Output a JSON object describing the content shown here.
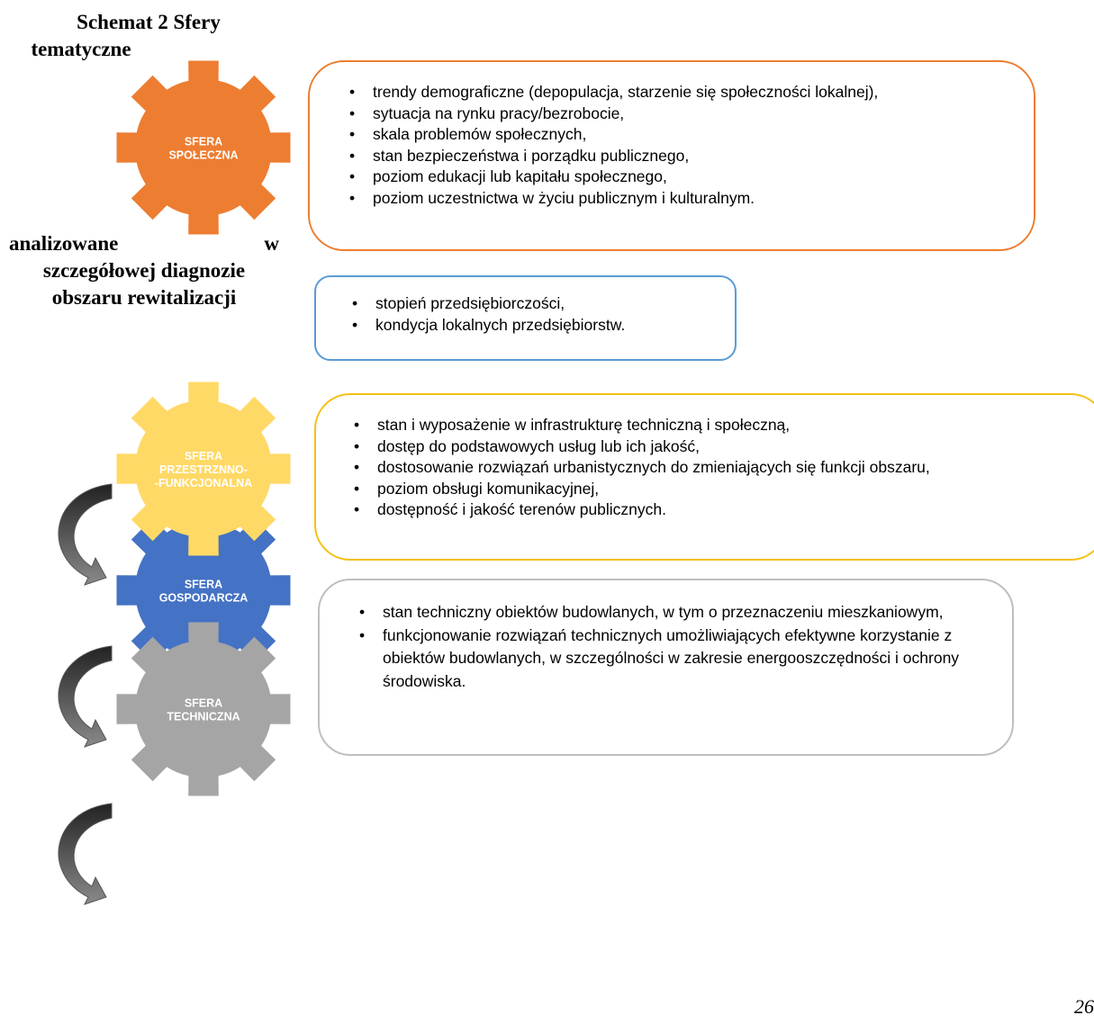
{
  "title": {
    "line1": "Schemat 2 Sfery",
    "line2": "tematyczne",
    "line3_left": "analizowane",
    "line3_right": "w",
    "line4": "szczegółowej diagnozie",
    "line5": "obszaru rewitalizacji"
  },
  "gears": {
    "spoleczna": {
      "line1": "SFERA",
      "line2": "SPOŁECZNA",
      "color": "#ed7d31"
    },
    "przestrzenna": {
      "line1": "SFERA",
      "line2": "PRZESTRZNNO-",
      "line3": "-FUNKCJONALNA",
      "color": "#ffd966"
    },
    "gospodarcza": {
      "line1": "SFERA",
      "line2": "GOSPODARCZA",
      "color": "#4472c4"
    },
    "techniczna": {
      "line1": "SFERA",
      "line2": "TECHNICZNA",
      "color": "#a5a5a5"
    }
  },
  "boxes": {
    "spoleczna": {
      "border_color": "#ed7d31",
      "items": [
        "trendy demograficzne (depopulacja, starzenie się społeczności lokalnej),",
        "sytuacja na rynku pracy/bezrobocie,",
        "skala problemów społecznych,",
        "stan bezpieczeństwa i porządku publicznego,",
        "poziom edukacji lub kapitału społecznego,",
        "poziom uczestnictwa w życiu publicznym i kulturalnym."
      ]
    },
    "gospodarcza": {
      "border_color": "#5b9bd5",
      "items": [
        "stopień przedsiębiorczości,",
        "kondycja lokalnych przedsiębiorstw."
      ]
    },
    "przestrzenna": {
      "border_color": "#f4c012",
      "items": [
        "stan i wyposażenie w infrastrukturę techniczną i społeczną,",
        "dostęp do podstawowych usług lub ich jakość,",
        "dostosowanie rozwiązań urbanistycznych do zmieniających się funkcji obszaru,",
        "poziom obsługi komunikacyjnej,",
        "dostępność i jakość terenów publicznych."
      ]
    },
    "techniczna": {
      "border_color": "#bfbfbf",
      "items": [
        "stan techniczny obiektów budowlanych, w tym o przeznaczeniu mieszkaniowym,",
        "funkcjonowanie rozwiązań technicznych umożliwiających efektywne korzystanie z obiektów budowlanych, w szczególności w zakresie energooszczędności i ochrony środowiska."
      ]
    }
  },
  "page_number": "26"
}
